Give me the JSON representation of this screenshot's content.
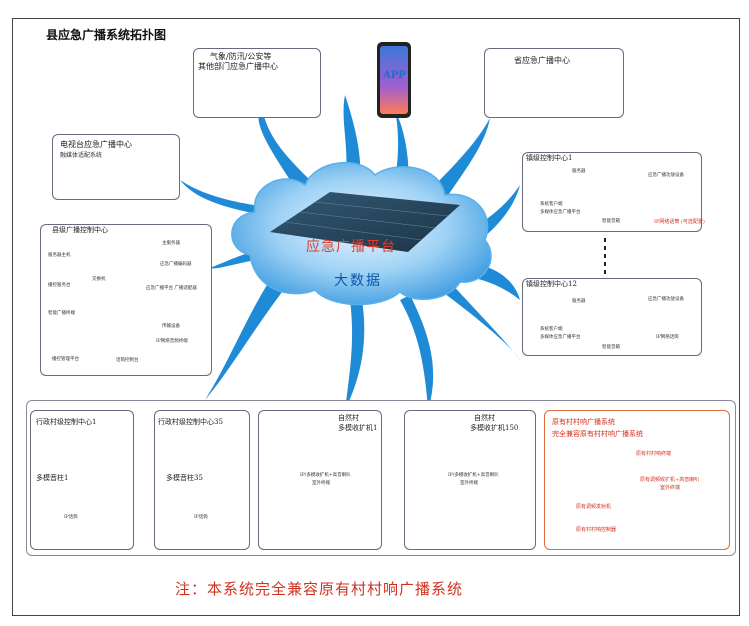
{
  "title": "县应急广播系统拓扑图",
  "cloud": {
    "platform": "应急广播平台",
    "bigdata": "大数据"
  },
  "app": {
    "label": "APP"
  },
  "weather": {
    "line1": "气象/防汛/公安等",
    "line2": "其他部门应急广播中心"
  },
  "province": {
    "label": "省应急广播中心"
  },
  "tv": {
    "line1": "电视台应急广播中心",
    "line2": "融媒体适配系统"
  },
  "county": {
    "title": "县级广播控制中心",
    "devices": [
      "主服务器",
      "应急广播编码器",
      "交换机",
      "应急广播平台 广播适配器",
      "传输设备",
      "IP网络音频终端",
      "话筒控制台"
    ],
    "left_labels": [
      "服务器主机",
      "播控服务台",
      "智能广播终端",
      "播控管理平台"
    ]
  },
  "town1": {
    "title": "镇级控制中心1",
    "devices": [
      "应急广播功放设备",
      "服务器",
      "系统客户端",
      "多媒体应急广播平台",
      "智能音箱",
      "IP网络话筒 (可选配置)"
    ]
  },
  "town12": {
    "title": "镇级控制中心12",
    "devices": [
      "应急广播功放设备",
      "服务器",
      "系统客户端",
      "多媒体应急广播平台",
      "智能音箱",
      "IP网络话筒"
    ]
  },
  "village1": {
    "title": "行政村级控制中心1",
    "speaker": "多模音柱1",
    "mic": "IP话筒"
  },
  "village35": {
    "title": "行政村级控制中心35",
    "speaker": "多模音柱35",
    "mic": "IP话筒"
  },
  "natural1": {
    "line1": "自然村",
    "line2": "多模收扩机1",
    "desc1": "IP/多模收扩机+高音喇叭",
    "desc2": "室外终端"
  },
  "natural150": {
    "line1": "自然村",
    "line2": "多模收扩机150",
    "desc1": "IP/多模收扩机+高音喇叭",
    "desc2": "室外终端"
  },
  "legacy": {
    "line1": "原有村村响广播系统",
    "line2": "完全兼容原有村村响广播系统",
    "device1": "原有调频发射机",
    "device2": "原有村村响控制器",
    "device3": "原有村村响终端",
    "desc1": "原有调频收扩机+高音喇叭",
    "desc2": "室外终端"
  },
  "note": "注：本系统完全兼容原有村村响广播系统",
  "colors": {
    "cloud": "#4aa9e8",
    "cloud_light": "#bfe2fb",
    "tentacle": "#1f8ad6",
    "accent": "#d0321e"
  }
}
